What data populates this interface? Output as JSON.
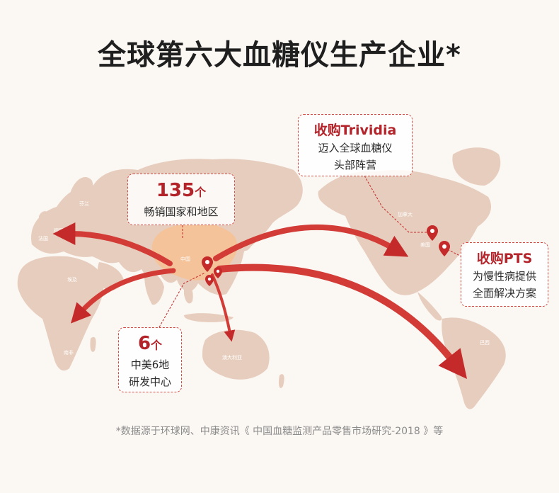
{
  "title": "全球第六大血糖仪生产企业*",
  "map_labels": {
    "finland": "芬兰",
    "germany": "德国",
    "france": "法国",
    "egypt": "埃及",
    "south_africa": "南非",
    "china": "中国",
    "australia": "澳大利亚",
    "canada": "加拿大",
    "usa": "美国",
    "brazil": "巴西"
  },
  "callouts": {
    "trividia": {
      "heading": "收购Trividia",
      "line1": "迈入全球血糖仪",
      "line2": "头部阵营"
    },
    "countries": {
      "number": "135",
      "unit": "个",
      "line1": "畅销国家和地区"
    },
    "pts": {
      "heading": "收购PTS",
      "line1": "为慢性病提供",
      "line2": "全面解决方案"
    },
    "rd": {
      "number": "6",
      "unit": "个",
      "line1": "中美6地",
      "line2": "研发中心"
    }
  },
  "footnote": "*数据源于环球网、中康资讯《 中国血糖监测产品零售市场研究-2018 》等",
  "colors": {
    "accent": "#b3242a",
    "land": "#e7cdbd",
    "china": "#f5c39a",
    "arrow": "#d23b36"
  }
}
